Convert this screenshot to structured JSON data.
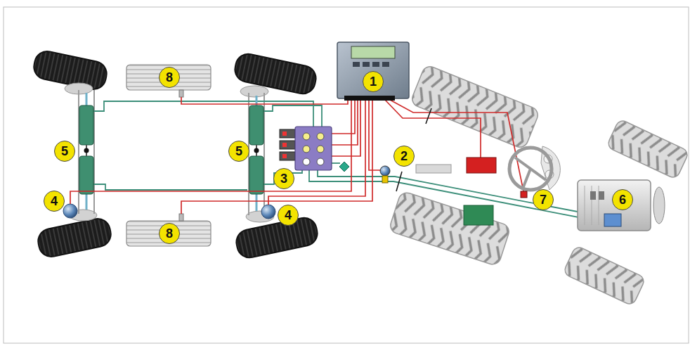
{
  "diagram": {
    "nodes": [
      {
        "text": [
          "8"
        ]
      },
      {
        "text": [
          "1"
        ]
      },
      {
        "text": [
          "5"
        ]
      },
      {
        "text": [
          "5"
        ]
      },
      {
        "text": [
          "2"
        ]
      },
      {
        "text": [
          "3"
        ]
      },
      {
        "text": [
          "4"
        ]
      },
      {
        "text": [
          "7"
        ]
      },
      {
        "text": [
          "6"
        ]
      },
      {
        "text": [
          "4"
        ]
      },
      {
        "text": [
          "8"
        ]
      }
    ]
  }
}
